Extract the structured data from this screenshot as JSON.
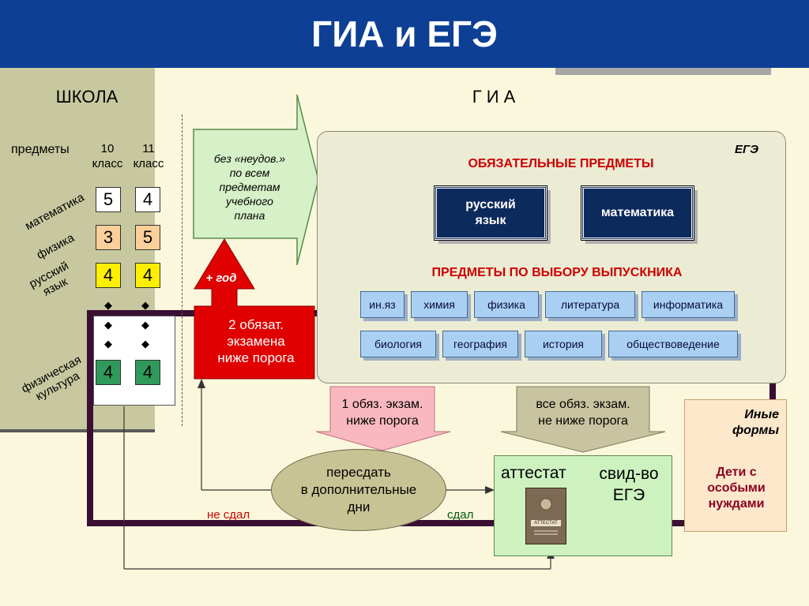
{
  "header": {
    "title": "ГИА и ЕГЭ"
  },
  "sections": {
    "school": "ШКОЛА",
    "gia": "Г  И  А"
  },
  "school": {
    "subjects_label": "предметы",
    "col10": "10\nкласс",
    "col11": "11\nкласс",
    "rows": [
      {
        "name": "математика",
        "g10": "5",
        "g11": "4"
      },
      {
        "name": "физика",
        "g10": "3",
        "g11": "5"
      },
      {
        "name": "русский\nязык",
        "g10": "4",
        "g11": "4"
      },
      {
        "name": "физическая\nкультура",
        "g10": "4",
        "g11": "4"
      }
    ]
  },
  "arrow_note": "без «неудов.»\nпо всем\nпредметам\nучебного\nплана",
  "plus_year": "+ год",
  "fail_box": "2 обязат.\nэкзамена\nниже порога",
  "ege": {
    "label": "ЕГЭ",
    "required_title": "ОБЯЗАТЕЛЬНЫЕ ПРЕДМЕТЫ",
    "required": [
      "русский\nязык",
      "математика"
    ],
    "optional_title": "ПРЕДМЕТЫ ПО ВЫБОРУ ВЫПУСКНИКА",
    "optional_row1": [
      "ин.яз",
      "химия",
      "физика",
      "литература",
      "информатика"
    ],
    "optional_row2": [
      "биология",
      "география",
      "история",
      "обществоведение"
    ]
  },
  "pink_note": "1 обяз. экзам.\nниже порога",
  "gray_note": "все обяз. экзам.\nне ниже порога",
  "retake": "пересдать\nв дополнительные\nдни",
  "failed": "не сдал",
  "passed": "сдал",
  "attestat": "аттестат",
  "certificate": "свид-во\nЕГЭ",
  "diploma_text": "АТТЕСТАТ",
  "inye": "Иные\nформы",
  "special": "Дети с\nособыми\nнуждами",
  "colors": {
    "header": "#0d3f94",
    "required_box": "#0d2a5c",
    "optional_box": "#a9d0f3",
    "red": "#e00000",
    "dark_purple": "#3a0f34",
    "green_arrow": "#d6f0c8",
    "pink_arrow": "#f9b8c0",
    "gray_arrow": "#c8c3a0",
    "grade_white": "#ffffff",
    "grade_orange": "#fbcf9a",
    "grade_yellow": "#fff000",
    "grade_green": "#2f9a5c"
  }
}
